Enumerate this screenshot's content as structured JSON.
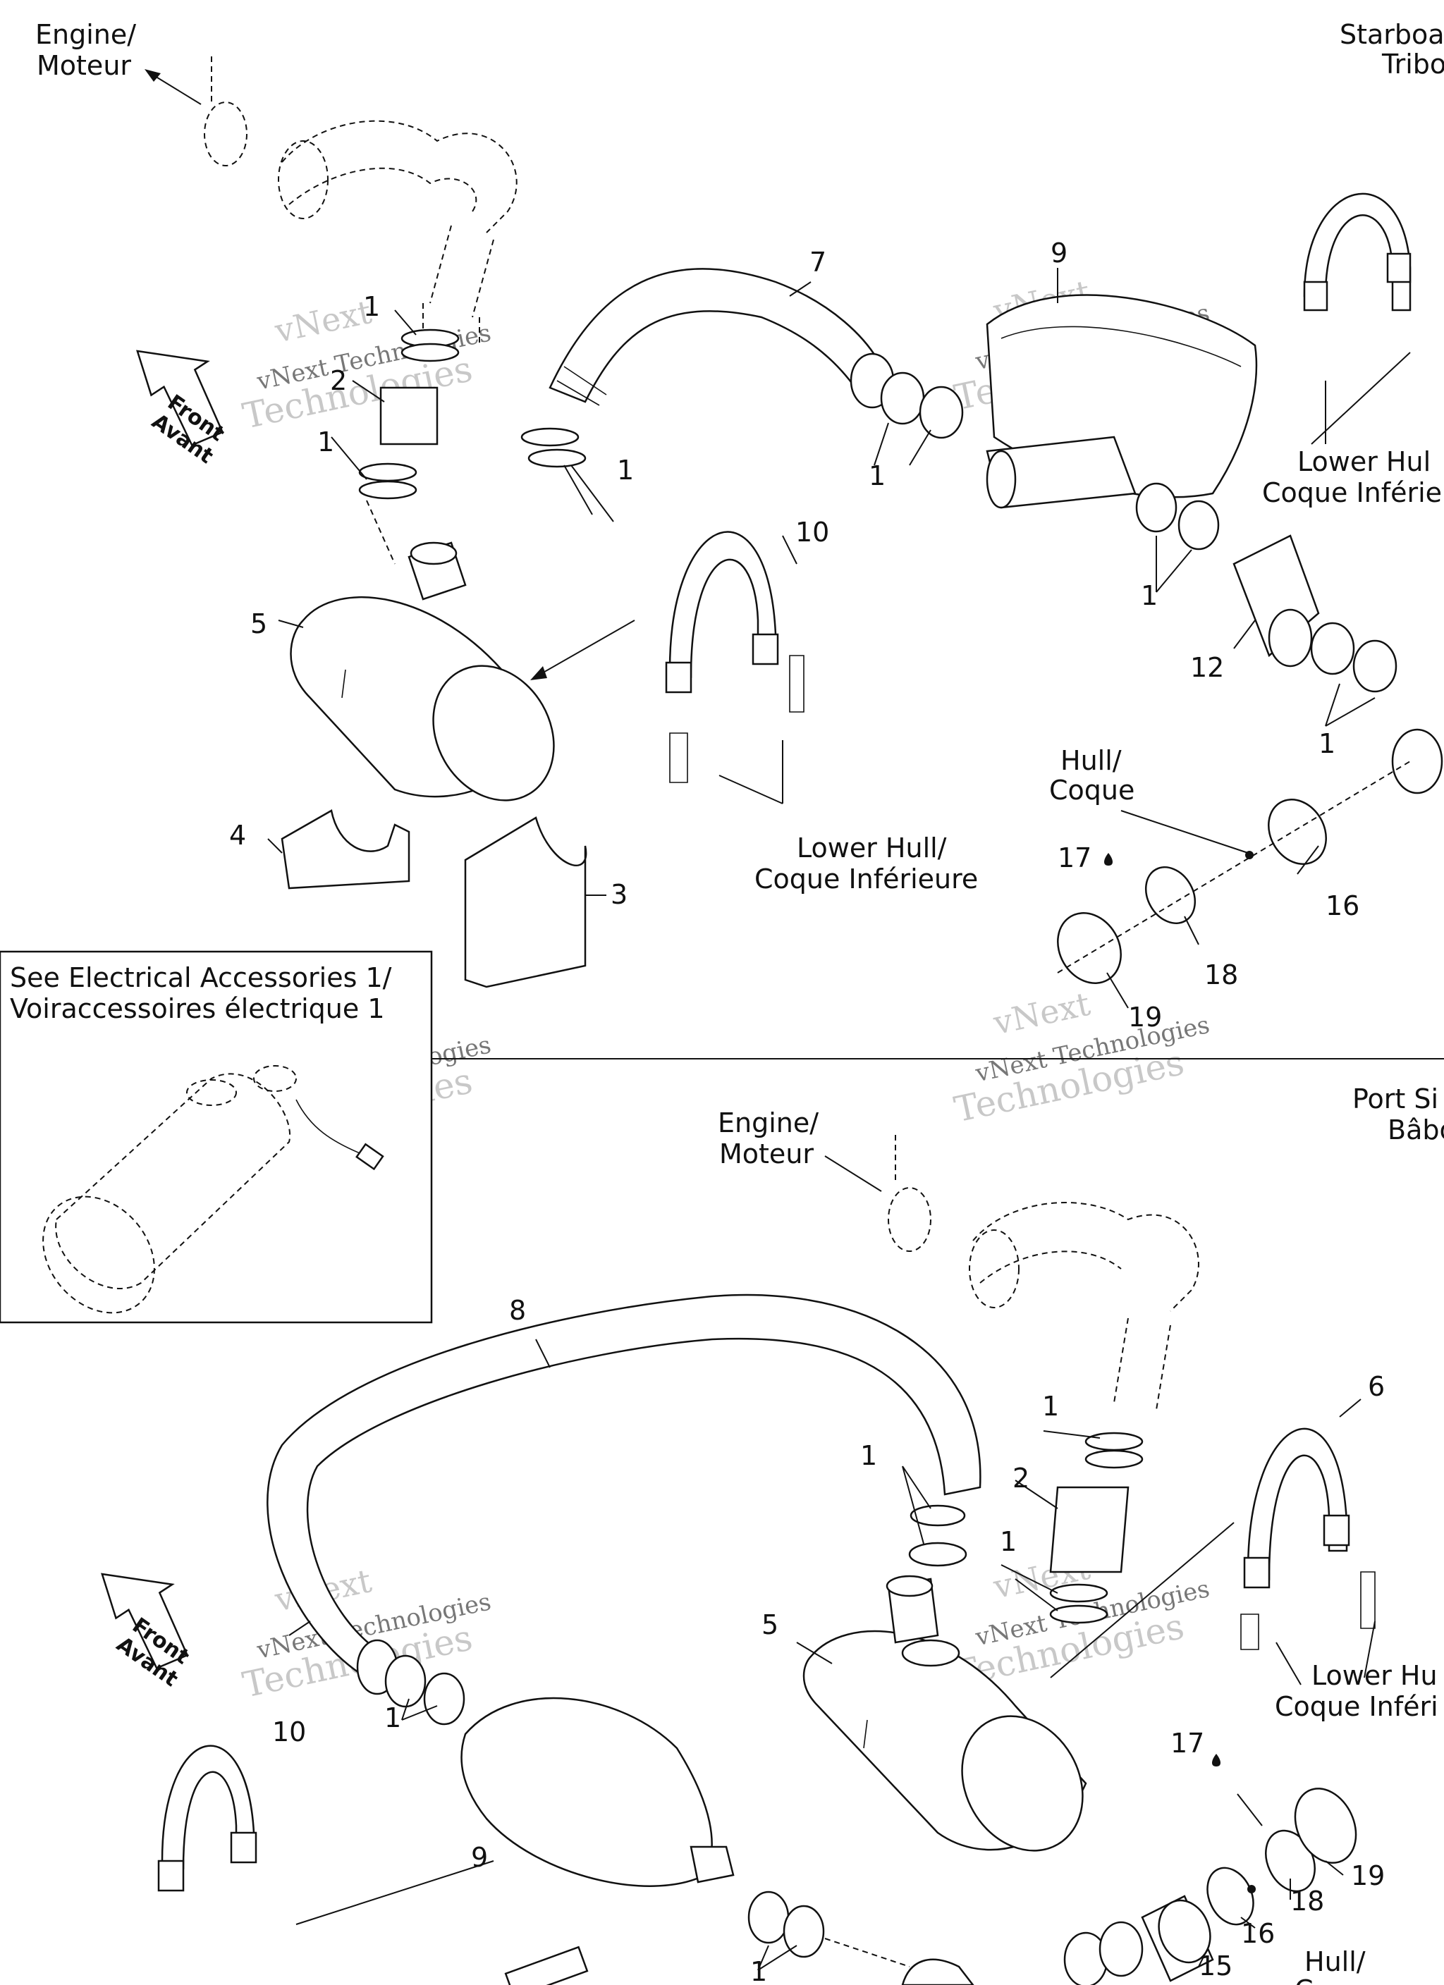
{
  "labels": {
    "engine_top": [
      "Engine/",
      "Moteur"
    ],
    "engine_bottom": [
      "Engine/",
      "Moteur"
    ],
    "starboard": [
      "Starboa",
      "Tribo"
    ],
    "port": [
      "Port Si",
      "Bâbo"
    ],
    "front": [
      "Front",
      "Avant"
    ],
    "lower_hull_center": [
      "Lower Hull/",
      "Coque Inférieure"
    ],
    "lower_hull_top_right": [
      "Lower Hul",
      "Coque Inférie"
    ],
    "lower_hull_bottom_right": [
      "Lower Hu",
      "Coque Inféri"
    ],
    "hull_top": [
      "Hull/",
      "Coque"
    ],
    "hull_bottom": [
      "Hull/",
      "C"
    ],
    "accessories": [
      "See Electrical Accessories 1/",
      "Voiraccessoires électrique 1"
    ]
  },
  "callouts_top": [
    "1",
    "2",
    "1",
    "1",
    "7",
    "9",
    "1",
    "1",
    "1",
    "10",
    "12",
    "5",
    "4",
    "3",
    "17",
    "16",
    "18",
    "19"
  ],
  "callouts_bottom": [
    "8",
    "1",
    "2",
    "1",
    "1",
    "6",
    "5",
    "1",
    "10",
    "9",
    "17",
    "1",
    "19",
    "18",
    "16",
    "15"
  ],
  "watermark": [
    "vNext",
    "vNext Technologies",
    "Technologies"
  ]
}
